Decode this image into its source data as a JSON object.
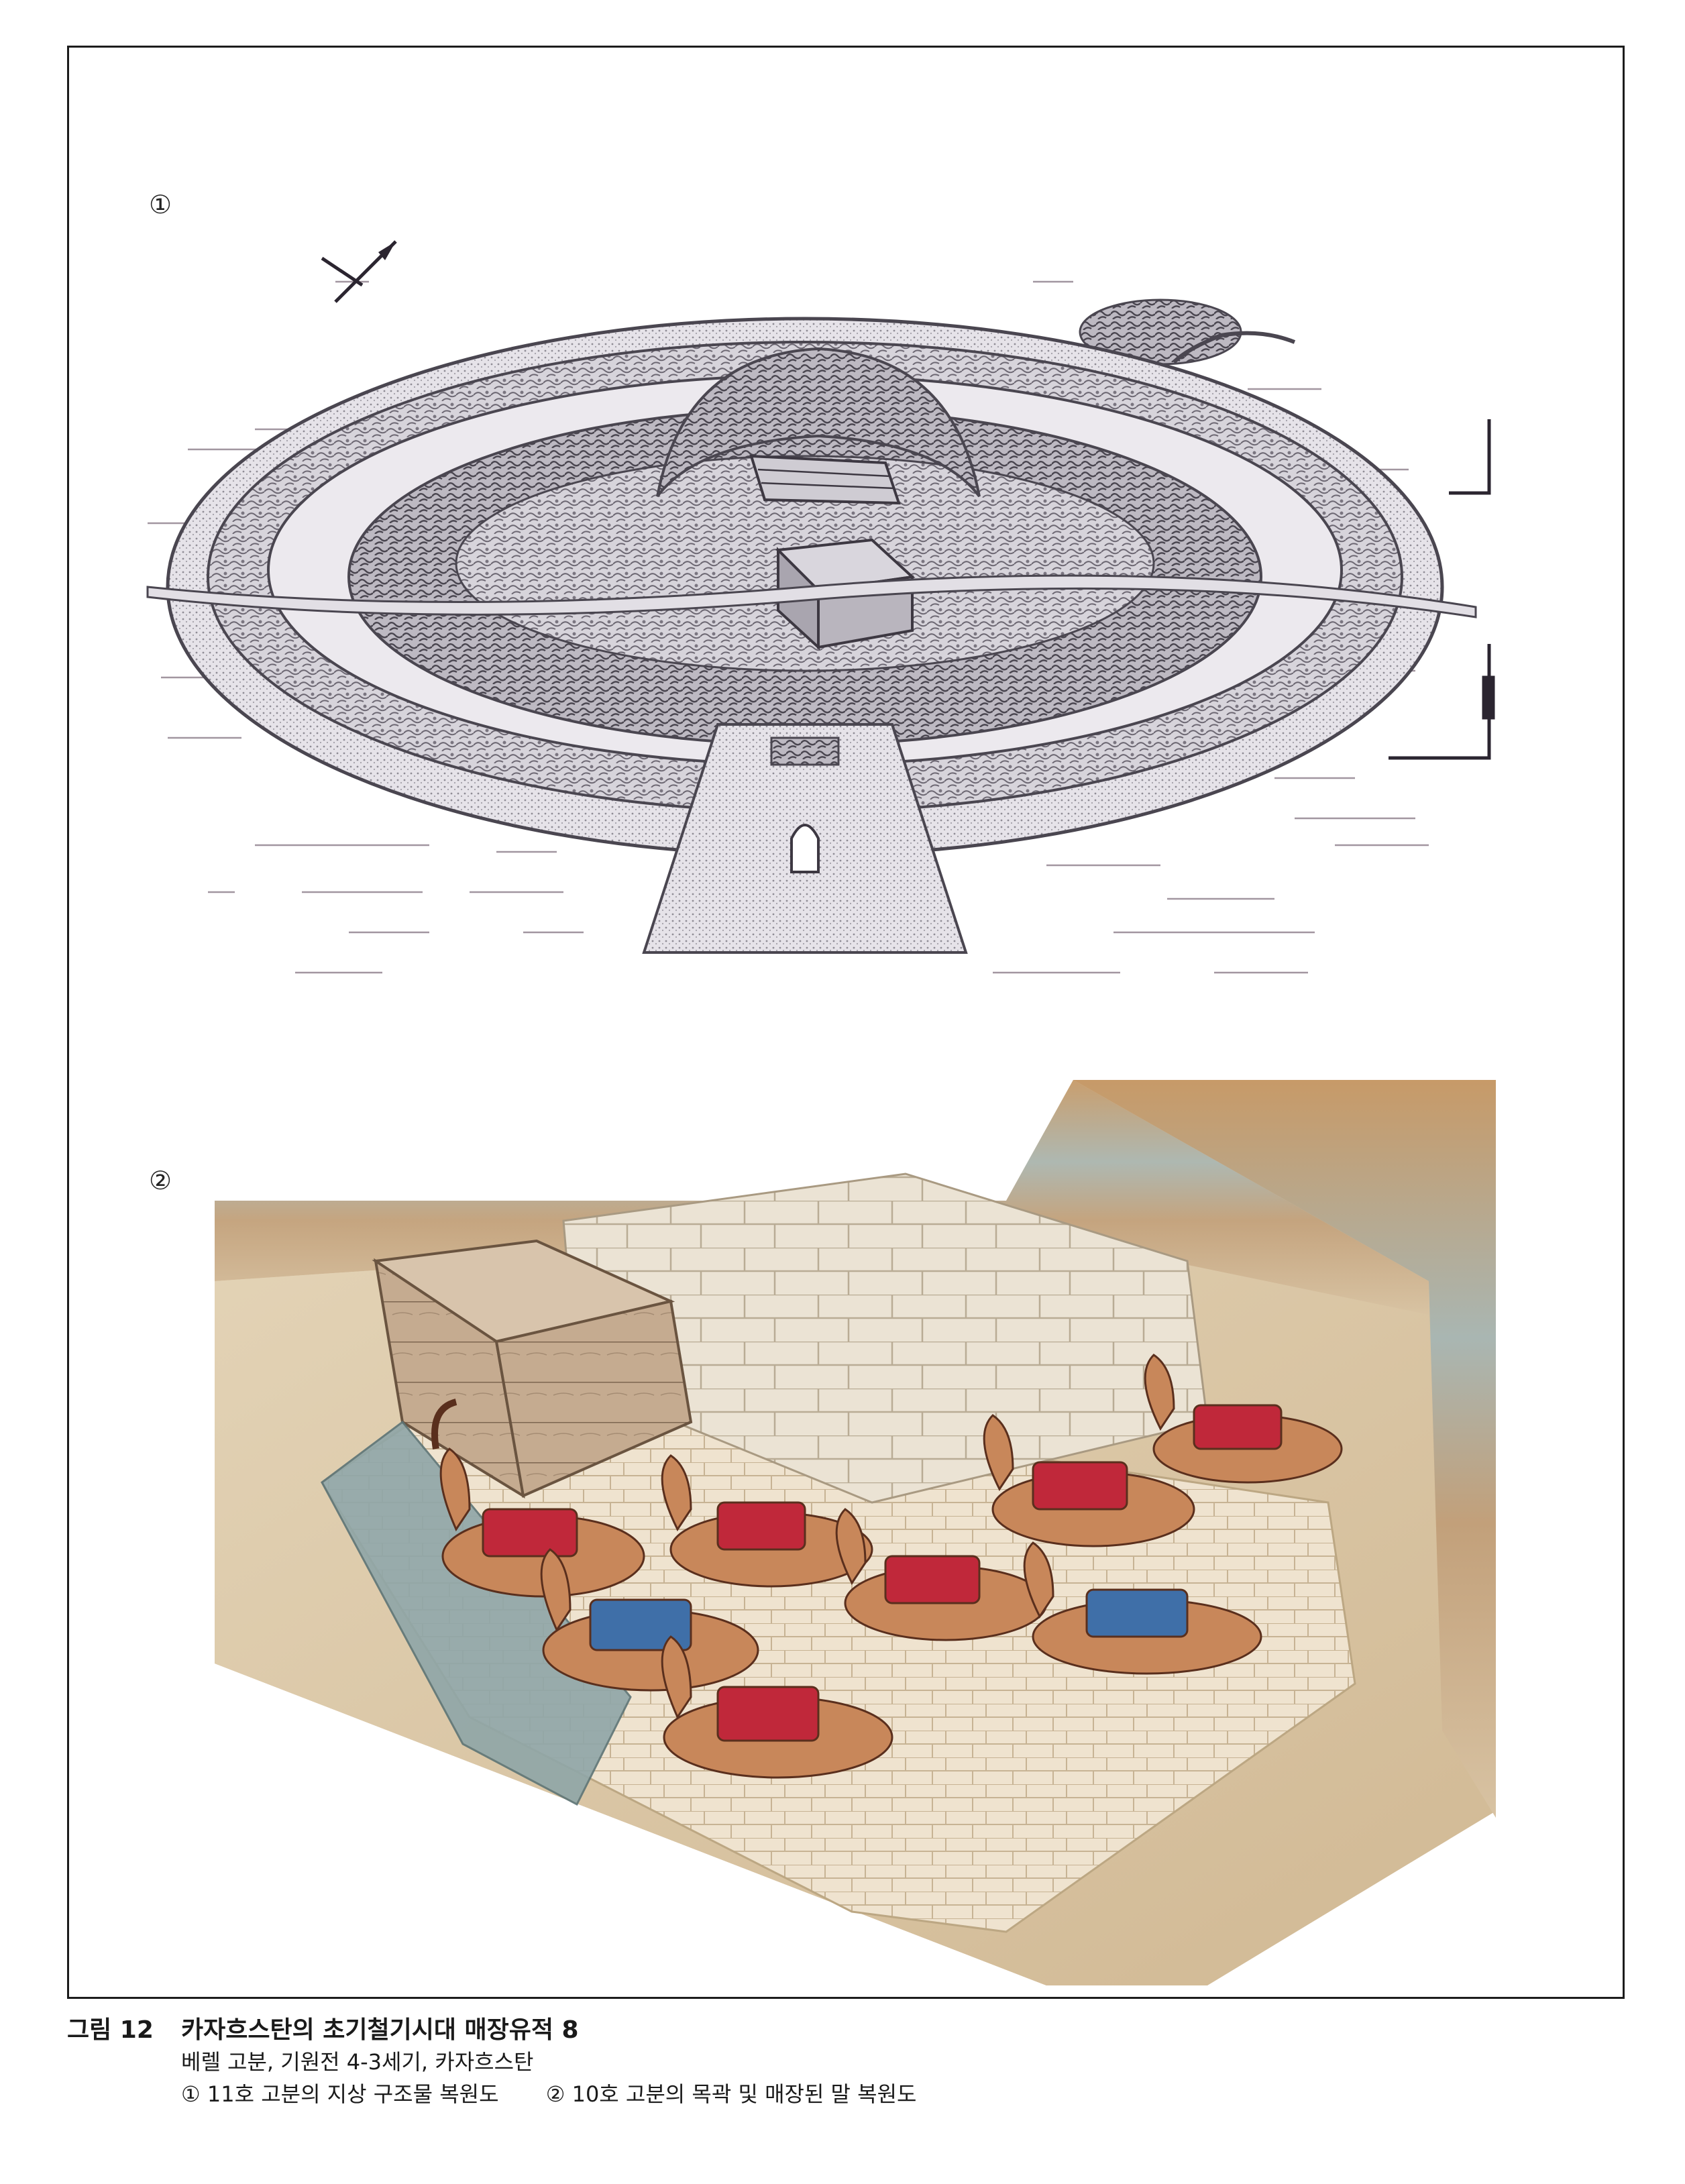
{
  "figure": {
    "panel_markers": [
      "①",
      "②"
    ],
    "caption": {
      "label": "그림 12",
      "title": "카자흐스탄의 초기철기시대 매장유적 8",
      "subtitle": "베렐 고분, 기원전 4-3세기, 카자흐스탄",
      "items": [
        "① 11호 고분의 지상 구조물 복원도",
        "② 10호 고분의 목곽 및 매장된 말 복원도"
      ]
    }
  },
  "colors": {
    "frame": "#1c1c1c",
    "sketch_stone": "#8f8c95",
    "sketch_dark": "#4a4650",
    "earth_band": "#b8946a",
    "earth_blue": "#8fa6a8",
    "timber": "#c5ab90",
    "stone_block": "#ebe3d4",
    "horse": "#c8875a",
    "saddle_red": "#c0283a",
    "saddle_blue": "#3f6fa8"
  }
}
